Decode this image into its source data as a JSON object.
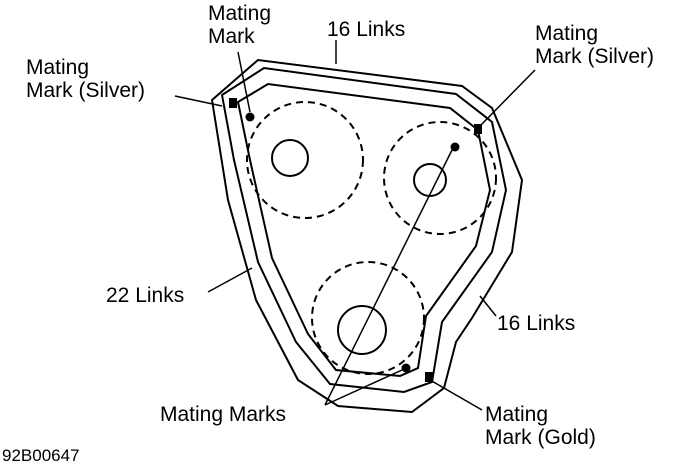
{
  "labels": {
    "top_mating_mark": [
      "Mating",
      "Mark"
    ],
    "top_links": "16 Links",
    "left_mating_mark": [
      "Mating",
      "Mark (Silver)"
    ],
    "right_mating_mark": [
      "Mating",
      "Mark (Silver)"
    ],
    "left_links": "22 Links",
    "right_links": "16 Links",
    "mating_marks": "Mating Marks",
    "gold_mark": [
      "Mating",
      "Mark (Gold)"
    ]
  },
  "figure_code": "92B00647"
}
